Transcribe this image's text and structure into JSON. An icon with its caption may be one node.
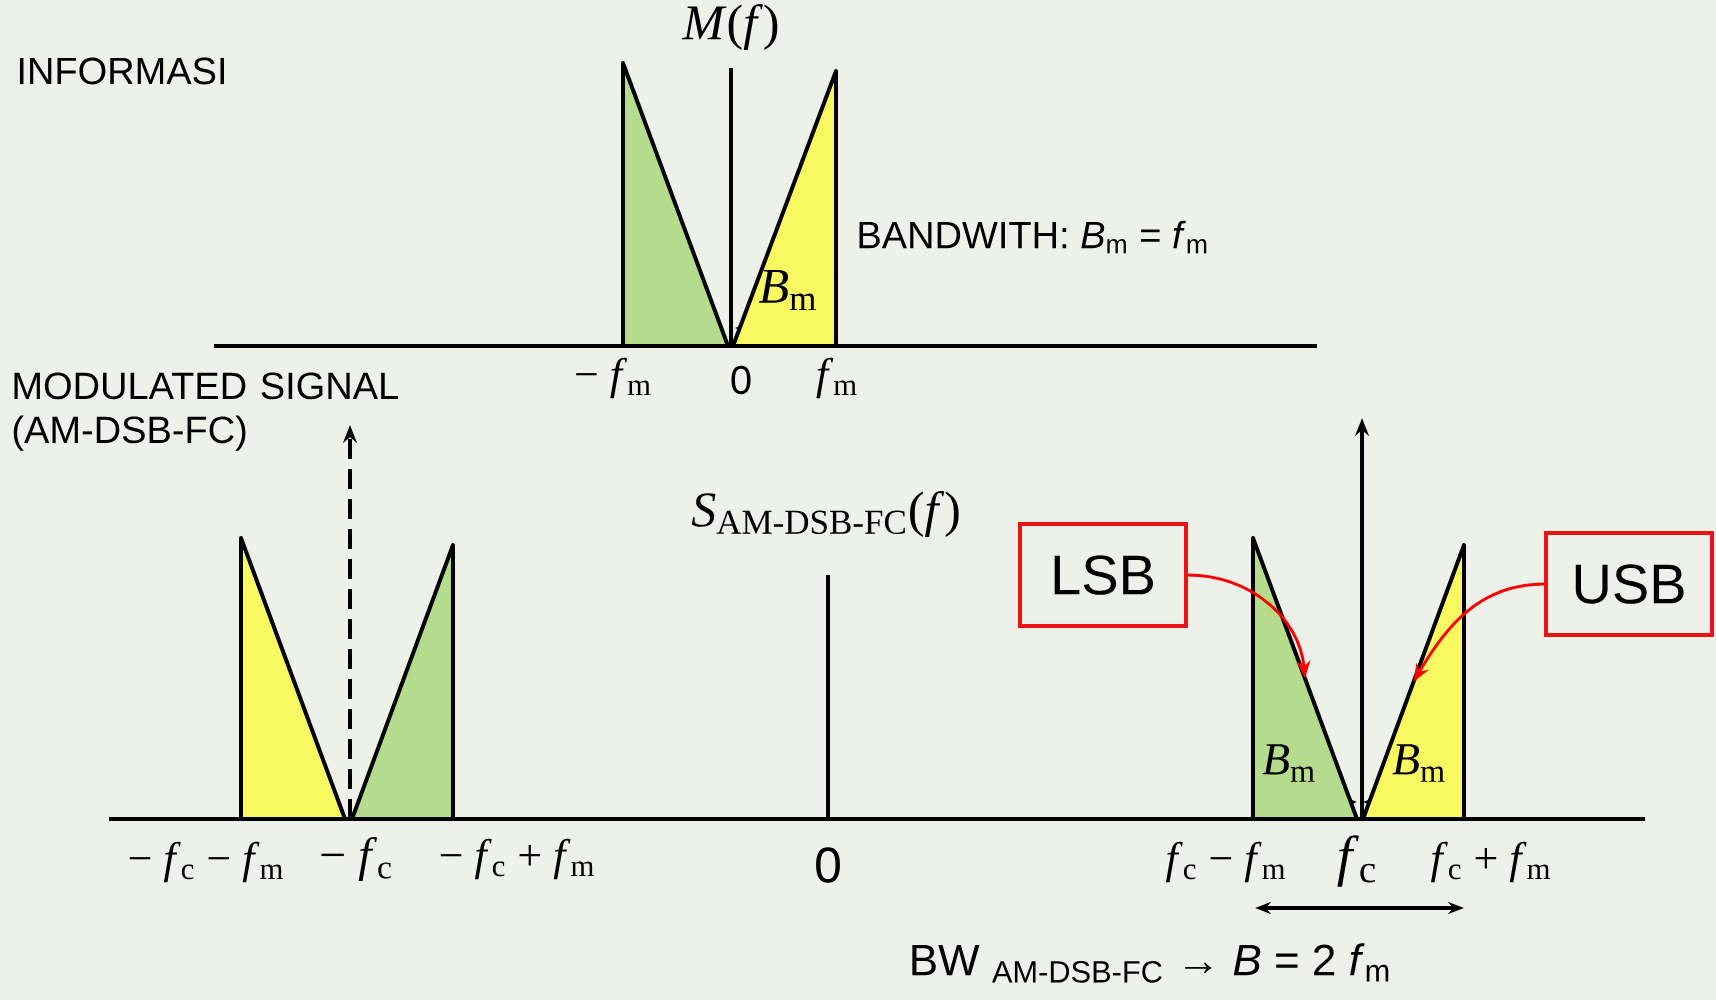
{
  "diagram": {
    "nodes": [
      {
        "text": [
          "LSB"
        ]
      },
      {
        "text": [
          "USB"
        ]
      },
      {
        "text": [],
        "shape": "triangle"
      },
      {
        "text": [],
        "shape": "triangle"
      },
      {
        "text": [],
        "shape": "triangle"
      },
      {
        "text": [],
        "shape": "triangle"
      },
      {
        "text": [],
        "shape": "triangle"
      },
      {
        "text": [],
        "shape": "triangle"
      }
    ],
    "edges": [
      {
        "from": 0,
        "to": 6,
        "arrow": "to",
        "color": "#ff0000"
      },
      {
        "from": 1,
        "to": 7,
        "arrow": "to",
        "color": "#ff0000"
      }
    ],
    "labels": [
      "INFORMASI",
      "*M*(*f*)",
      "BANDWITH: *B*$_{m}$ = *f*$_{m}$",
      "*B*$_{m}$",
      "− *f*$_{m}$",
      "0",
      "*f*$_{m}$",
      "MODULATED SIGNAL (AM-DSB-FC)",
      "*S*$_{AM-DSB-FC}$(*f*)",
      "*B*$_{m}$",
      "*B*$_{m}$",
      "− *f*$_{c}$ − *f*$_{m}$",
      "− *f*$_{c}$",
      "− *f*$_{c}$ + *f*$_{m}$",
      "0",
      "*f*$_{c}$ − *f*$_{m}$",
      "*f*$_{c}$",
      "*f*$_{c}$ + *f*$_{m}$",
      "BW $_{AM-DSB-FC}$ → *B* = 2 *f*$_{m}$"
    ]
  }
}
